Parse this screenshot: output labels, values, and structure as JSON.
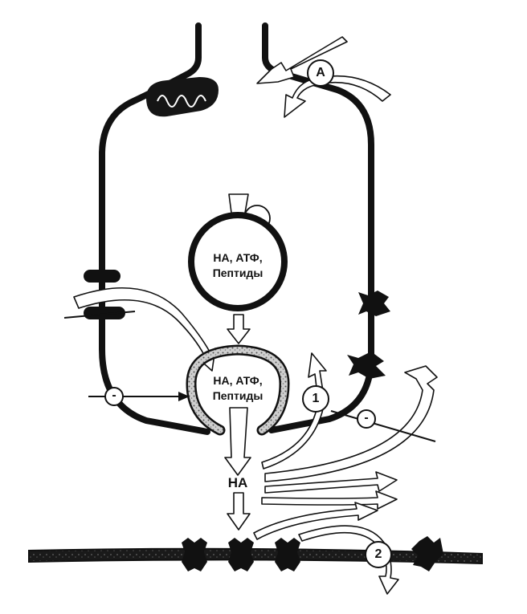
{
  "labels": {
    "vesicle_top": [
      "НА, АТФ,",
      "Пептиды"
    ],
    "vesicle_fused": [
      "НА, АТФ,",
      "Пептиды"
    ],
    "released": "НА"
  },
  "badges": {
    "uptake_a": "A",
    "site_1": "1",
    "site_2": "2",
    "inhibit_left": "-",
    "inhibit_right": "-"
  },
  "colors": {
    "ink": "#111111",
    "paper": "#ffffff",
    "speckle": "#9a9a9a"
  }
}
